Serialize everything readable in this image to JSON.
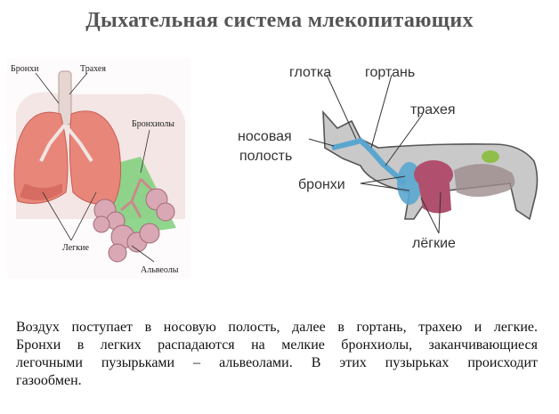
{
  "title": "Дыхательная система млекопитающих",
  "lungs_labels": {
    "bronchi": "Бронхи",
    "trachea": "Трахея",
    "bronchioles": "Бронхиолы",
    "lungs": "Легкие",
    "alveoli": "Альвеолы"
  },
  "dog_labels": {
    "pharynx": "глотка",
    "larynx": "гортань",
    "trachea": "трахея",
    "nasal_1": "носовая",
    "nasal_2": "полость",
    "bronchi": "бронхи",
    "lungs": "лёгкие"
  },
  "caption": [
    "Воздух поступает в носовую полость, далее в гортань, трахею и легкие.",
    "Бронхи в легких распадаются на мелкие бронхиолы, заканчивающиеся",
    "легочными пузырьками – альвеолами. В этих пузырьках происходит",
    "газообмен."
  ],
  "colors": {
    "lung": "#e8867a",
    "lung_dark": "#c95c52",
    "bronchiole_cone": "#7ccf7a",
    "alveoli": "#d9a8b4",
    "dog_body": "#c9c9c9",
    "dog_airway": "#5aa6cf",
    "dog_lung": "#b0506e",
    "dog_organ_green": "#8fbf4a"
  }
}
